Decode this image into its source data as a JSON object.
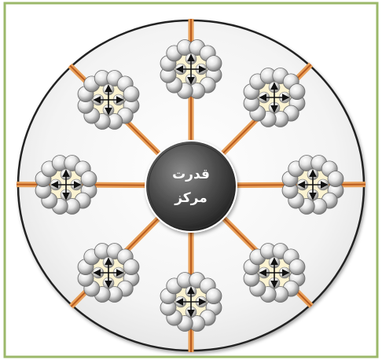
{
  "center": {
    "line1": "قدرت",
    "line2": "مرکز"
  },
  "colors": {
    "frame": "#9bb86a",
    "spoke": "#e8a05a",
    "spoke_core": "#b85a1e",
    "hub": "#4a4a4a",
    "ring": "#222222",
    "cluster_core": "#fbf3d2"
  },
  "cluster_count": 8
}
